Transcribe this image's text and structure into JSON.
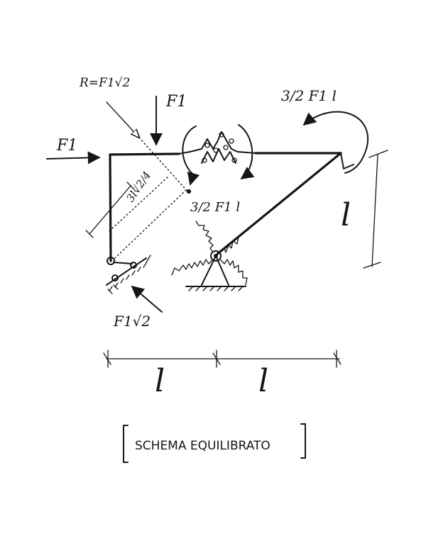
{
  "labels": {
    "resultant": "R=F1√2",
    "force_top": "F1",
    "force_left": "F1",
    "moment_upper_right": "3/2 F1 l",
    "moment_center": "3/2 F1 l",
    "offset_distance": "3l√2/4",
    "reaction_bottom": "F1√2",
    "dim_vertical": "l",
    "dim_bottom_left": "l",
    "dim_bottom_right": "l",
    "caption": "SCHEMA EQUILIBRATO"
  },
  "colors": {
    "ink": "#161616",
    "background": "#ffffff"
  }
}
